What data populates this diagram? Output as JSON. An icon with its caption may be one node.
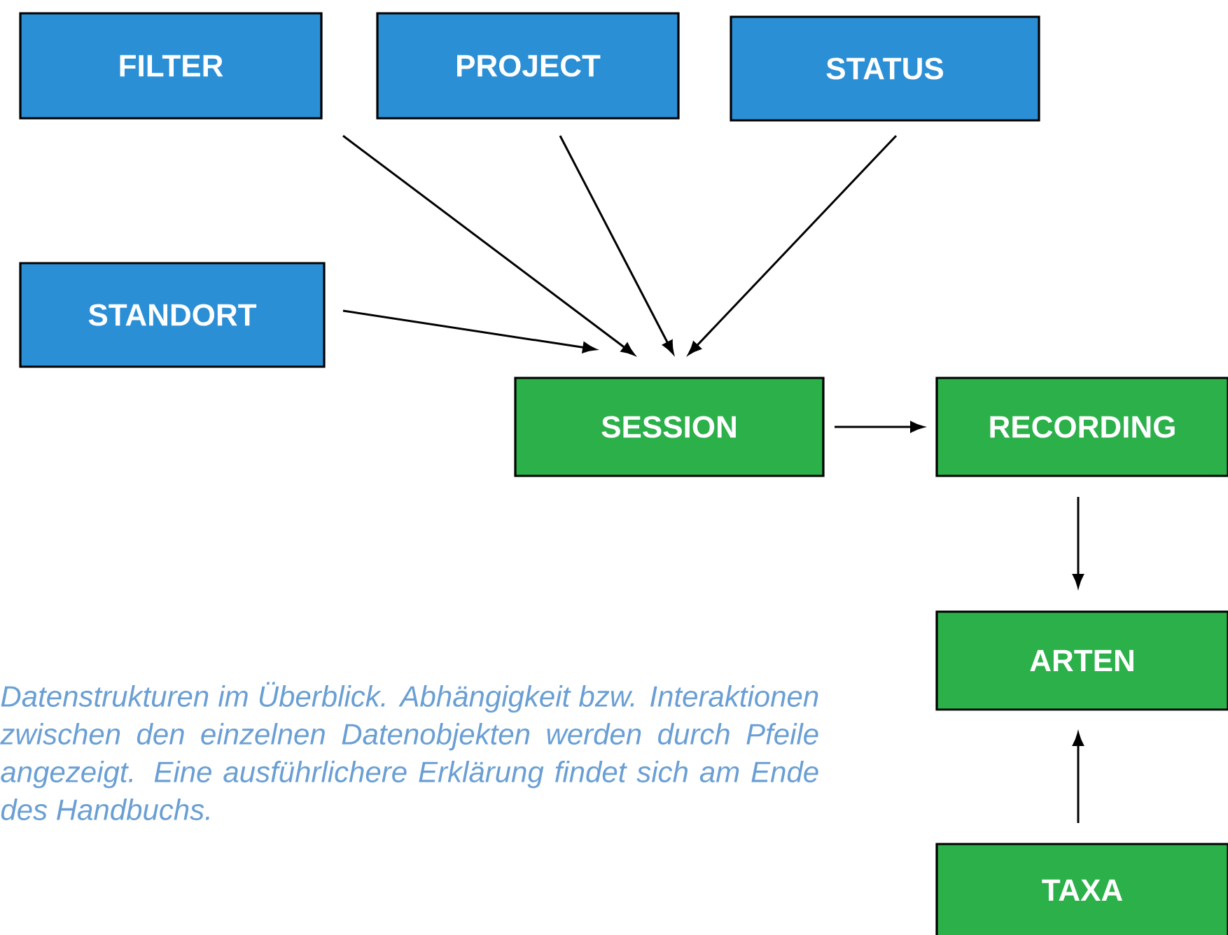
{
  "diagram": {
    "caption": "Datenstrukturen im Überblick. Abhängigkeit bzw. Interaktionen zwischen den einzelnen Datenobjekten werden durch Pfeile angezeigt. Eine ausführlichere Erklärung findet sich am Ende des Handbuchs.",
    "nodes": [
      {
        "text": [
          "FILTER"
        ]
      },
      {
        "text": [
          "PROJECT"
        ]
      },
      {
        "text": [
          "STATUS"
        ]
      },
      {
        "text": [
          "STANDORT"
        ]
      },
      {
        "text": [
          "SESSION"
        ]
      },
      {
        "text": [
          "RECORDING"
        ]
      },
      {
        "text": [
          "ARTEN"
        ]
      },
      {
        "text": [
          "TAXA"
        ]
      }
    ],
    "edges": [
      {
        "from": 0,
        "to": 4,
        "arrow": "to"
      },
      {
        "from": 1,
        "to": 4,
        "arrow": "to"
      },
      {
        "from": 2,
        "to": 4,
        "arrow": "to"
      },
      {
        "from": 3,
        "to": 4,
        "arrow": "to"
      },
      {
        "from": 4,
        "to": 5,
        "arrow": "to"
      },
      {
        "from": 5,
        "to": 6,
        "arrow": "to"
      },
      {
        "from": 7,
        "to": 6,
        "arrow": "to"
      }
    ]
  }
}
